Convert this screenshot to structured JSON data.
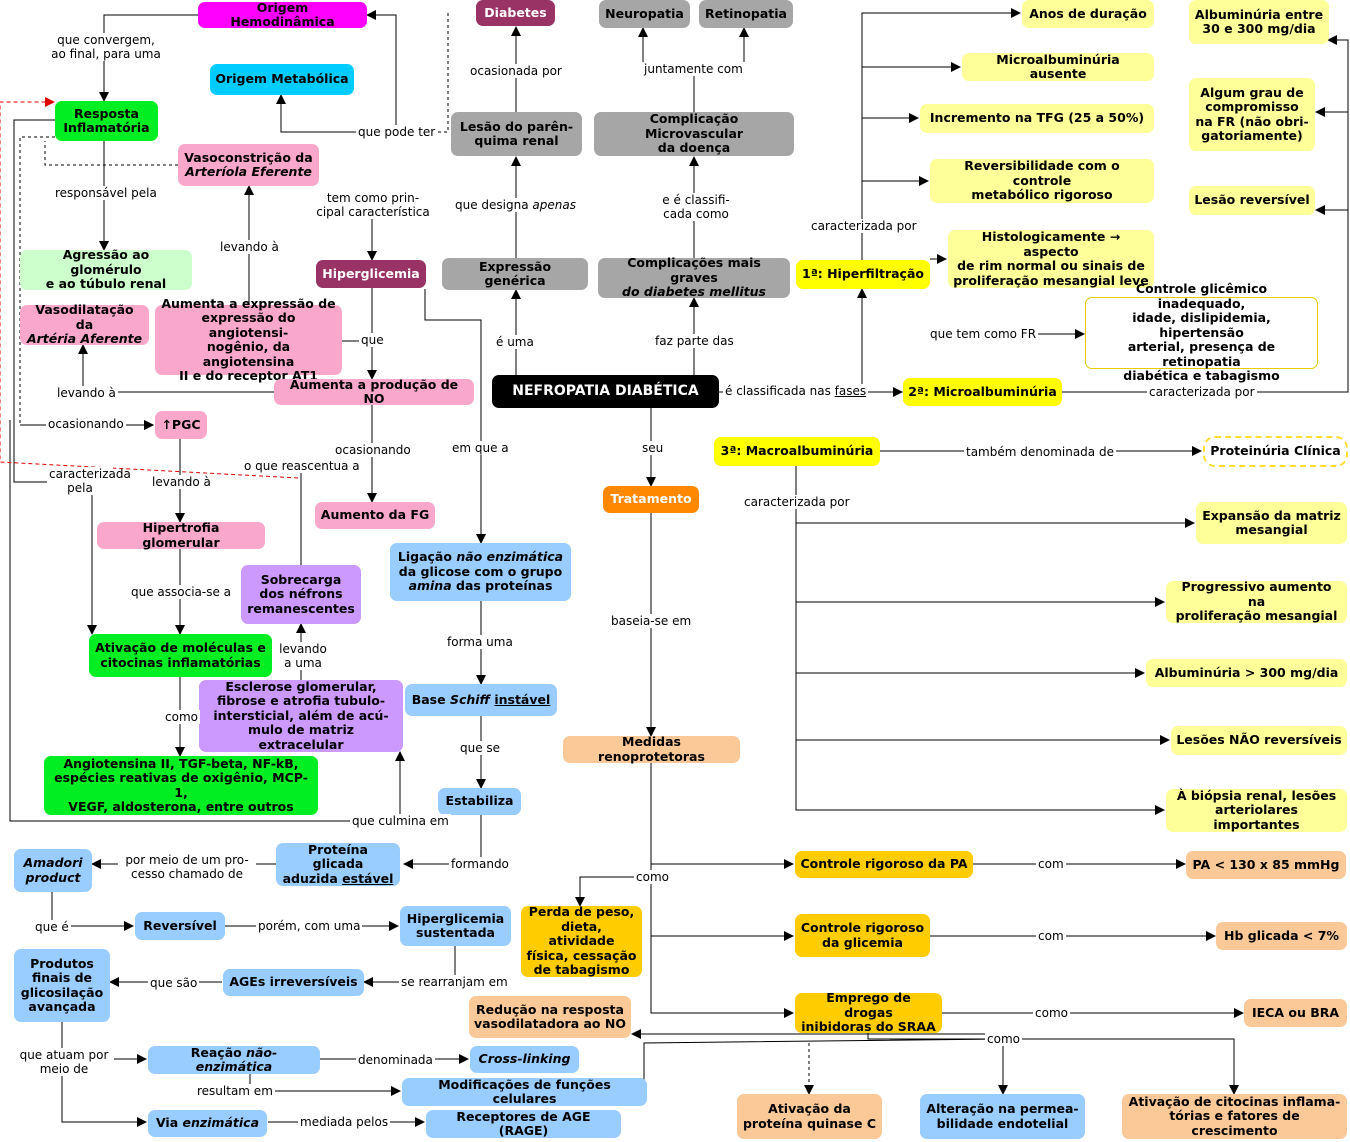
{
  "nodes": {
    "origem_hemo": "Origem Hemodinâmica",
    "origem_meta": "Origem Metabólica",
    "resposta": [
      "Resposta",
      "Inflamatória"
    ],
    "vasoconstricao": [
      "Vasoconstrição da",
      "Arteríola Eferente"
    ],
    "agressao": [
      "Agressão ao glomérulo",
      "e ao túbulo renal"
    ],
    "vasodilatacao": [
      "Vasodilatação da",
      "Artéria Aferente"
    ],
    "aumenta_expressao": [
      "Aumenta a expressão de",
      "expressão do angiotensi-",
      "nogênio, da angiotensina",
      "II e do receptor AT1"
    ],
    "diabetes": "Diabetes",
    "lesao_parenquima": [
      "Lesão do parên-",
      "quima renal"
    ],
    "hiperglicemia": "Hiperglicemia",
    "expressao_generica": "Expressão genérica",
    "neuropatia": "Neuropatia",
    "retinopatia": "Retinopatia",
    "complicacao_micro": [
      "Complicação Microvascular",
      "da doença"
    ],
    "complicacoes_graves": [
      "Complicações mais graves",
      "do diabetes mellitus"
    ],
    "aumenta_no": "Aumenta a produção de NO",
    "nefropatia": "NEFROPATIA DIABÉTICA",
    "pgc": "↑PGC",
    "aumento_fg": "Aumento da FG",
    "hipertrofia": "Hipertrofia glomerular",
    "sobrecarga": [
      "Sobrecarga",
      "dos néfrons",
      "remanescentes"
    ],
    "ativacao_moleculas": [
      "Ativação de moléculas e",
      "citocinas inflamatórias"
    ],
    "esclerose": [
      "Esclerose glomerular,",
      "fibrose e atrofia tubulo-",
      "intersticial, além de acú-",
      "mulo de matriz extracelular"
    ],
    "angiotensina": [
      "Angiotensina II, TGF-beta, NF-kB,",
      "espécies reativas de oxigênio, MCP-1,",
      "VEGF, aldosterona, entre outros"
    ],
    "ligacao": [
      "Ligação não enzimática",
      "da glicose com o grupo",
      "amina das proteínas"
    ],
    "base_schiff": "Base Schiff instável",
    "estabiliza": "Estabiliza",
    "proteina_glicada": [
      "Proteína glicada",
      "aduzida estável"
    ],
    "amadori": [
      "Amadori",
      "product"
    ],
    "reversivel": "Reversível",
    "hiper_sustentada": [
      "Hiperglicemia",
      "sustentada"
    ],
    "produtos_finais": [
      "Produtos",
      "finais de",
      "glicosilação",
      "avançada"
    ],
    "ages": "AGEs irreversíveis",
    "reacao_nao_enz": "Reação não-enzimática",
    "cross_linking": "Cross-linking",
    "modificacoes": "Modificações de funções celulares",
    "via_enzimatica": "Via enzimática",
    "receptores": "Receptores de AGE (RAGE)",
    "tratamento": "Tratamento",
    "medidas": "Medidas renoprotetoras",
    "perda_peso": [
      "Perda de peso,",
      "dieta, atividade",
      "física, cessação",
      "de tabagismo"
    ],
    "reducao": [
      "Redução na resposta",
      "vasodilatadora ao NO"
    ],
    "controle_pa": "Controle rigoroso da PA",
    "controle_glic": [
      "Controle rigoroso",
      "da glicemia"
    ],
    "emprego": [
      "Emprego de drogas",
      "inibidoras do SRAA"
    ],
    "pa_alvo": "PA < 130 x 85 mmHg",
    "hb_alvo": "Hb glicada < 7%",
    "ieca": "IECA ou BRA",
    "ativ_proteina": [
      "Ativação da",
      "proteína quinase C"
    ],
    "alteracao": [
      "Alteração na permea-",
      "bilidade endotelial"
    ],
    "ativ_citocinas": [
      "Ativação de citocinas inflama-",
      "tórias e fatores de crescimento"
    ],
    "fase1": "1ª: Hiperfiltração",
    "fase2": "2ª: Microalbuminúria",
    "fase3": "3ª: Macroalbuminúria",
    "anos": "Anos de duração",
    "micro_ausente": "Microalbuminúria ausente",
    "incremento": "Incremento na TFG (25 a 50%)",
    "reversibilidade": [
      "Reversibilidade com o controle",
      "metabólico rigoroso"
    ],
    "histologia": [
      "Histologicamente → aspecto",
      "de rim normal ou sinais de",
      "proliferação mesangial leve"
    ],
    "controle_inadequado": [
      "Controle glicêmico inadequado,",
      "idade, dislipidemia, hipertensão",
      "arterial, presença de retinopatia",
      "diabética e tabagismo"
    ],
    "albuminuria_30": [
      "Albuminúria entre",
      "30 e 300 mg/dia"
    ],
    "algum_grau": [
      "Algum grau de",
      "compromisso",
      "na FR (não obri-",
      "gatoriamente)"
    ],
    "lesao_reversivel": "Lesão reversível",
    "proteinuria": "Proteinúria Clínica",
    "expansao": [
      "Expansão da matriz",
      "mesangial"
    ],
    "progressivo": [
      "Progressivo aumento na",
      "proliferação mesangial"
    ],
    "albuminuria_300": "Albuminúria > 300 mg/dia",
    "lesoes_nao": "Lesões NÃO reversíveis",
    "biopsia": [
      "À biópsia renal, lesões",
      "arteriolares importantes"
    ]
  },
  "links": {
    "que_convergem": [
      "que convergem,",
      "ao final, para uma"
    ],
    "que_pode_ter": "que pode ter",
    "ocasionada_por": "ocasionada por",
    "juntamente_com": "juntamente com",
    "responsavel_pela": "responsável pela",
    "levando_a1": "levando à",
    "tem_como": [
      "tem como prin-",
      "cipal característica"
    ],
    "que_designa": "que designa apenas",
    "e_classificada_como": [
      "e é classifi-",
      "cada como"
    ],
    "caracterizada_por1": "caracterizada por",
    "que": "que",
    "e_uma": "é uma",
    "faz_parte": "faz parte das",
    "que_tem_fr": "que tem como FR",
    "levando_a2": "levando à",
    "classificada_fases": "é classificada nas fases",
    "caracterizada_por2": "caracterizada por",
    "ocasionando1": "ocasionando",
    "caracterizada_pela": [
      "caracterizada",
      "pela"
    ],
    "o_que_reascentua": "o que reascentua a",
    "ocasionando2": "ocasionando",
    "em_que_a": "em que a",
    "seu": "seu",
    "tambem_denominada": "também denominada de",
    "caracterizada_por3": "caracterizada por",
    "levando_a3": "levando à",
    "que_associa": "que associa-se a",
    "levando_a_uma": [
      "levando",
      "a uma"
    ],
    "forma_uma": "forma uma",
    "baseia_se": "baseia-se em",
    "como1": "como",
    "que_se": "que se",
    "que_culmina": "que culmina em",
    "por_meio": [
      "por meio de um pro-",
      "cesso chamado de"
    ],
    "formando": "formando",
    "como2": "como",
    "com1": "com",
    "que_e": "que é",
    "porem": "porém, com uma",
    "com2": "com",
    "que_sao": "que são",
    "se_rearranjam": "se rearranjam em",
    "como3": "como",
    "como4": "como",
    "que_atuam": [
      "que atuam por",
      "meio de"
    ],
    "denominada": "denominada",
    "resultam_em": "resultam em",
    "mediada_pelos": "mediada pelos"
  }
}
